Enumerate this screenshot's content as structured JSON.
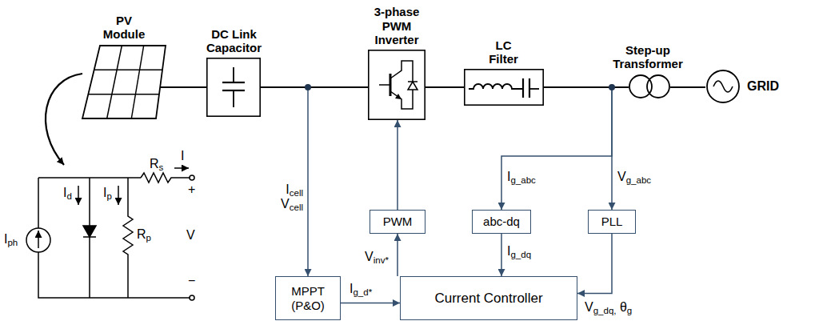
{
  "diagram": {
    "nodes": [
      {
        "text": [
          "PV Module"
        ]
      },
      {
        "text": [
          "DC Link Capacitor"
        ]
      },
      {
        "text": [
          "3-phase PWM Inverter"
        ]
      },
      {
        "text": [
          "LC Filter"
        ]
      },
      {
        "text": [
          "Step-up Transformer"
        ]
      },
      {
        "text": [
          "GRID"
        ]
      },
      {
        "text": [
          "PWM"
        ]
      },
      {
        "text": [
          "abc-dq"
        ]
      },
      {
        "text": [
          "PLL"
        ]
      },
      {
        "text": [
          "MPPT (P&O)"
        ]
      },
      {
        "text": [
          "Current Controller"
        ]
      }
    ],
    "edges": [
      {
        "from": 0,
        "to": 1,
        "arrow": "none"
      },
      {
        "from": 1,
        "to": 2,
        "arrow": "none"
      },
      {
        "from": 2,
        "to": 3,
        "arrow": "none"
      },
      {
        "from": 3,
        "to": 4,
        "arrow": "none"
      },
      {
        "from": 4,
        "to": 5,
        "arrow": "none"
      },
      {
        "from": 1,
        "to": 9,
        "label": "Icell Vcell",
        "arrow": "to"
      },
      {
        "from": 9,
        "to": 10,
        "label": "Ig_d*",
        "arrow": "to"
      },
      {
        "from": 10,
        "to": 6,
        "label": "Vinv*",
        "arrow": "to"
      },
      {
        "from": 6,
        "to": 2,
        "arrow": "to"
      },
      {
        "from": 3,
        "to": 7,
        "label": "Ig_abc",
        "arrow": "to"
      },
      {
        "from": 3,
        "to": 8,
        "label": "Vg_abc",
        "arrow": "to"
      },
      {
        "from": 7,
        "to": 10,
        "label": "Ig_dq",
        "arrow": "to"
      },
      {
        "from": 8,
        "to": 10,
        "label": "Vg_dq, θg",
        "arrow": "to"
      }
    ],
    "labels": [
      "Rs",
      "I",
      "+",
      "Id",
      "Ip",
      "Rp",
      "V",
      "Iph",
      "−"
    ]
  }
}
